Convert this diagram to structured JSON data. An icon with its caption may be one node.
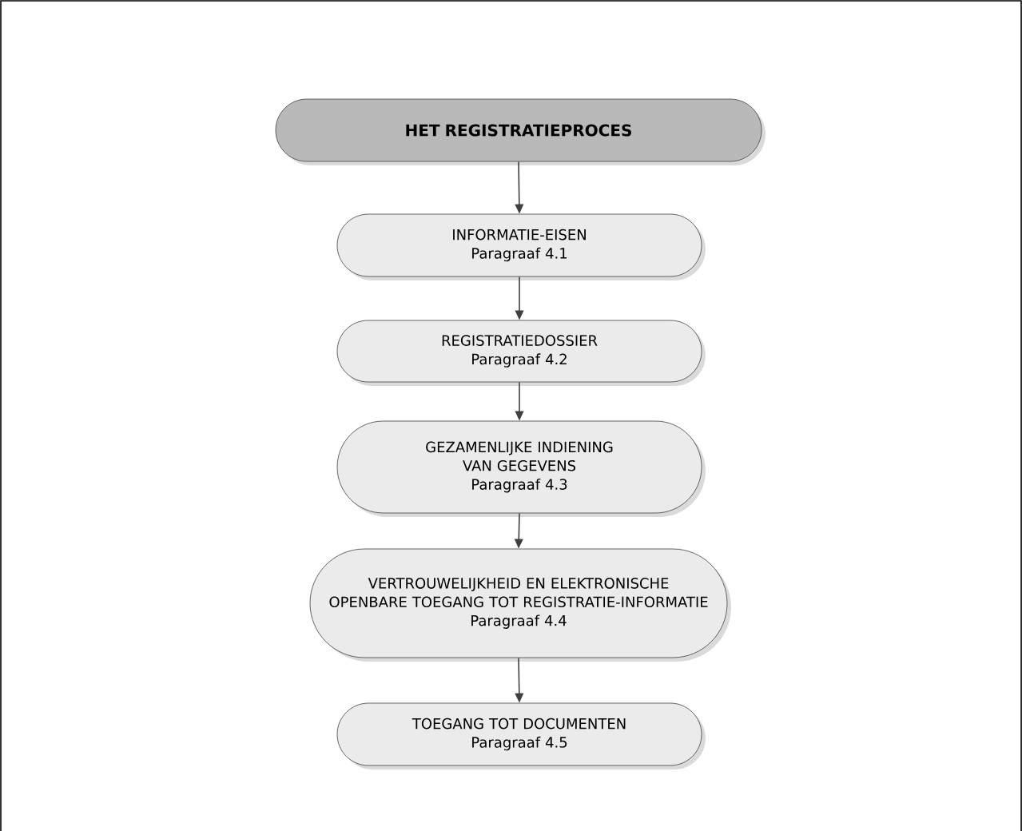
{
  "diagram": {
    "nodes": [
      {
        "text": [
          "HET REGISTRATIEPROCES"
        ]
      },
      {
        "text": [
          "INFORMATIE-EISEN",
          "Paragraaf 4.1"
        ]
      },
      {
        "text": [
          "REGISTRATIEDOSSIER",
          "Paragraaf 4.2"
        ]
      },
      {
        "text": [
          "GEZAMENLIJKE INDIENING VAN GEGEVENS",
          "Paragraaf 4.3"
        ]
      },
      {
        "text": [
          "VERTROUWELIJKHEID EN ELEKTRONISCHE OPENBARE TOEGANG TOT REGISTRATIE-INFORMATIE",
          "Paragraaf 4.4"
        ]
      },
      {
        "text": [
          "TOEGANG TOT DOCUMENTEN",
          "Paragraaf 4.5"
        ]
      }
    ],
    "edges": [
      {
        "from": 0,
        "to": 1,
        "arrow": "to"
      },
      {
        "from": 1,
        "to": 2,
        "arrow": "to"
      },
      {
        "from": 2,
        "to": 3,
        "arrow": "to"
      },
      {
        "from": 3,
        "to": 4,
        "arrow": "to"
      },
      {
        "from": 4,
        "to": 5,
        "arrow": "to"
      }
    ]
  }
}
